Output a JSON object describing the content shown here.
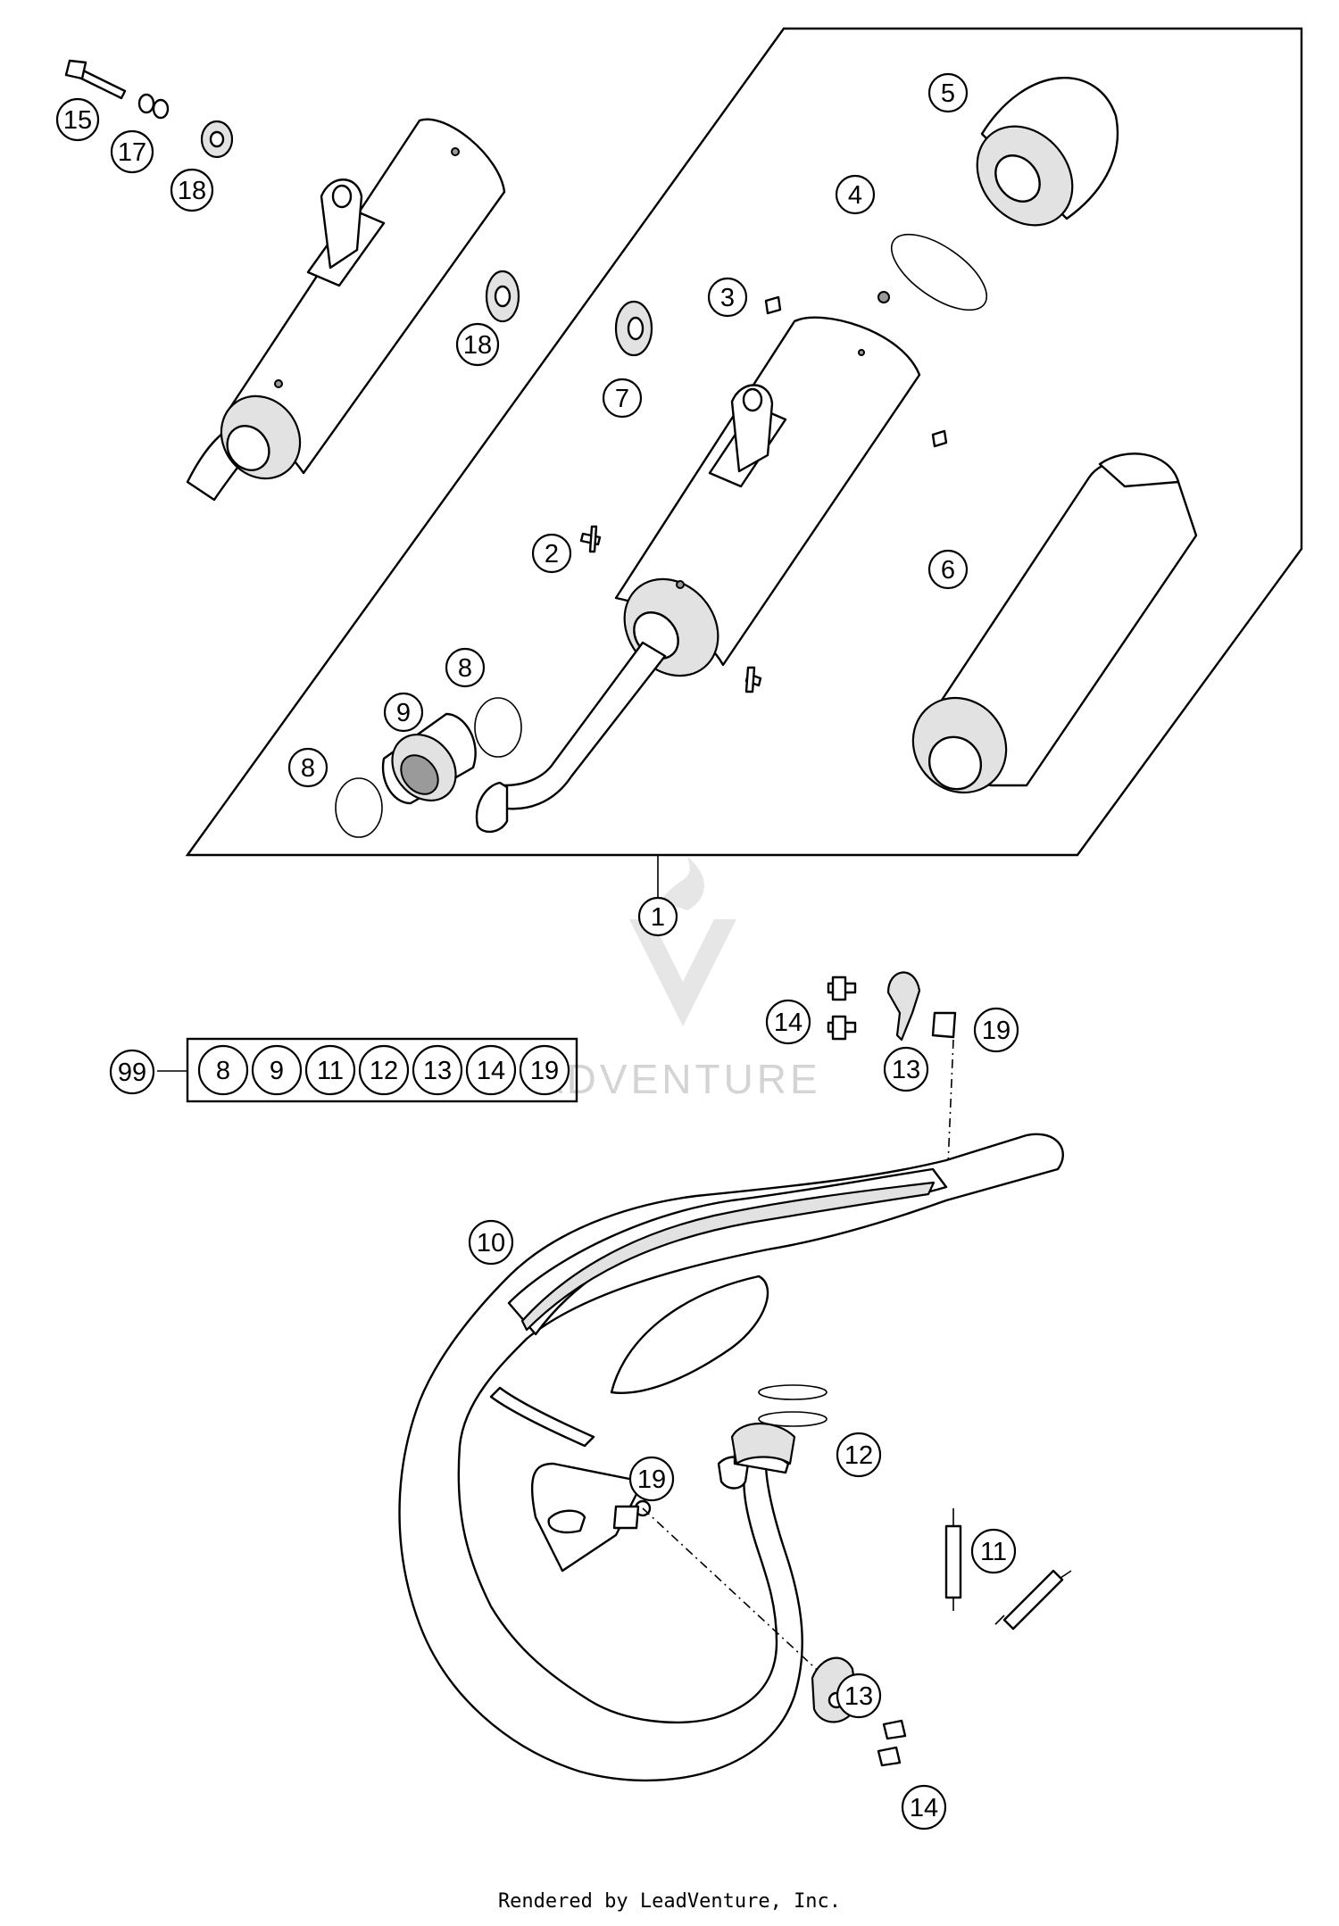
{
  "callouts": {
    "c1": "1",
    "c2": "2",
    "c3": "3",
    "c4": "4",
    "c5": "5",
    "c6": "6",
    "c7": "7",
    "c8a": "8",
    "c8b": "8",
    "c9": "9",
    "c10": "10",
    "c11": "11",
    "c12": "12",
    "c13a": "13",
    "c13b": "13",
    "c14a": "14",
    "c14b": "14",
    "c15": "15",
    "c17": "17",
    "c18a": "18",
    "c18b": "18",
    "c19a": "19",
    "c19b": "19",
    "c99": "99"
  },
  "kit_99": {
    "items": [
      "8",
      "9",
      "11",
      "12",
      "13",
      "14",
      "19"
    ]
  },
  "watermark": "ADVENTURE",
  "footer": "Rendered by LeadVenture, Inc."
}
